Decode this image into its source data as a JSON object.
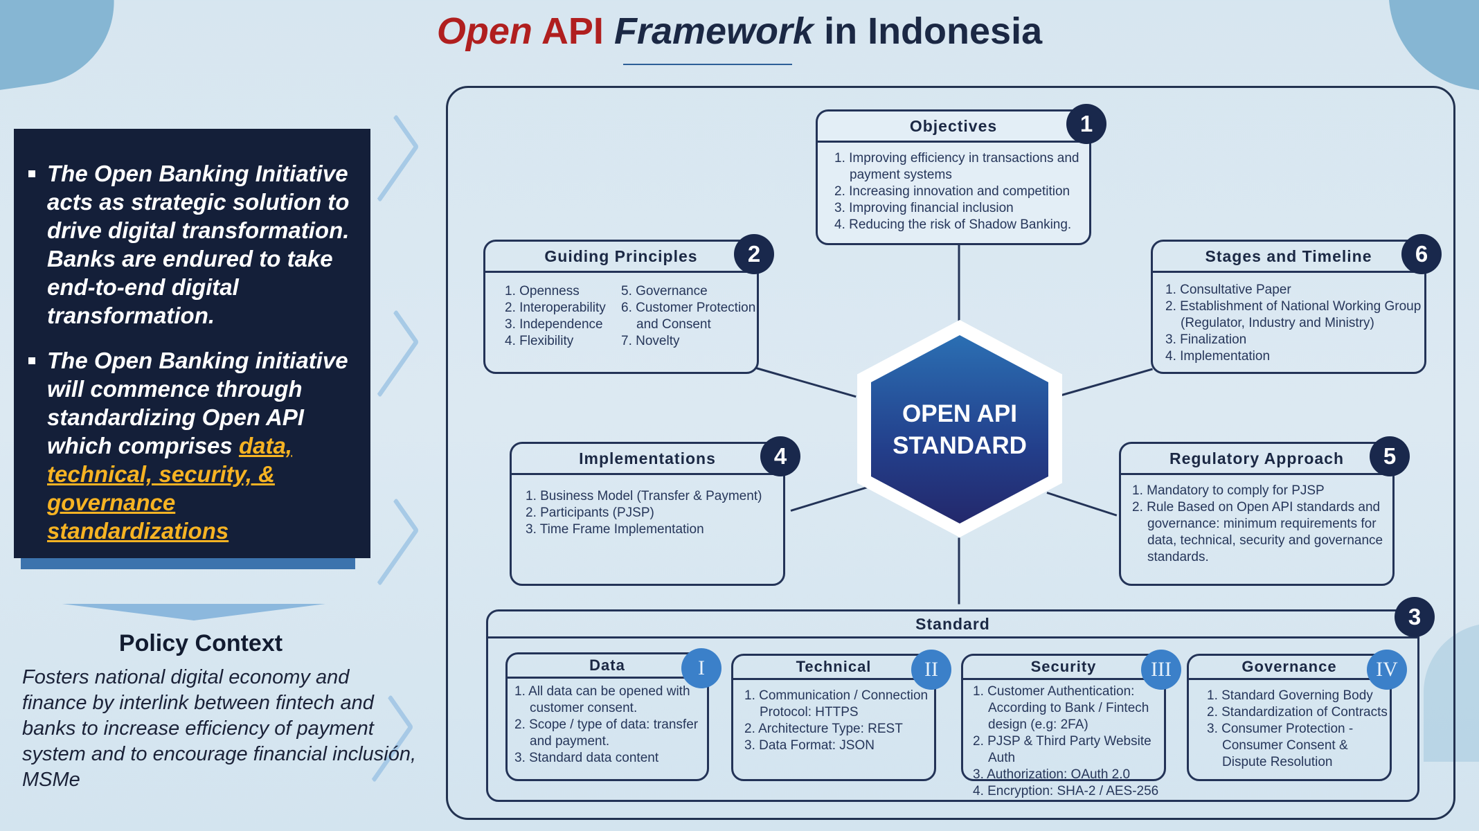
{
  "title": {
    "part1": "Open",
    "part2": "API",
    "part3": "Framework",
    "part4": "in Indonesia"
  },
  "left_panel": {
    "bullet1": "The Open Banking Initiative acts as strategic solution to drive digital transformation. Banks are endured to take end-to-end digital transformation.",
    "bullet2_prefix": "The Open Banking initiative will commence through standardizing Open API which comprises ",
    "bullet2_highlight": "data, technical, security, & governance standardizations"
  },
  "policy": {
    "title": "Policy Context",
    "text": "Fosters national digital economy and finance by  interlink between fintech and banks to increase efficiency of payment system and to encourage financial inclusión, MSMe"
  },
  "center": {
    "line1": "OPEN API",
    "line2": "STANDARD"
  },
  "objectives": {
    "title": "Objectives",
    "badge": "1",
    "items": [
      "1. Improving efficiency in transactions and payment systems",
      "2. Increasing innovation and competition",
      "3. Improving financial inclusion",
      "4. Reducing the risk of Shadow Banking."
    ]
  },
  "guiding": {
    "title": "Guiding Principles",
    "badge": "2",
    "col1": [
      "1. Openness",
      "2. Interoperability",
      "3. Independence",
      "4. Flexibility"
    ],
    "col2": [
      "5. Governance",
      "6. Customer Protection and Consent",
      "7. Novelty"
    ]
  },
  "stages": {
    "title": "Stages and Timeline",
    "badge": "6",
    "items": [
      "1. Consultative Paper",
      "2. Establishment of National Working Group (Regulator, Industry and Ministry)",
      "3. Finalization",
      "4. Implementation"
    ]
  },
  "implementations": {
    "title": "Implementations",
    "badge": "4",
    "items": [
      "1. Business Model (Transfer & Payment)",
      "2. Participants (PJSP)",
      "3. Time Frame Implementation"
    ]
  },
  "regulatory": {
    "title": "Regulatory Approach",
    "badge": "5",
    "items": [
      "1. Mandatory to comply for PJSP",
      "2. Rule Based on Open API standards and governance: minimum requirements for data, technical, security and governance standards."
    ]
  },
  "standard": {
    "title": "Standard",
    "badge": "3",
    "data": {
      "title": "Data",
      "badge": "I",
      "items": [
        "1. All data can be opened with customer consent.",
        "2. Scope / type of data: transfer and payment.",
        "3. Standard data content"
      ]
    },
    "technical": {
      "title": "Technical",
      "badge": "II",
      "items": [
        "1. Communication / Connection Protocol: HTTPS",
        "2. Architecture Type: REST",
        "3. Data Format: JSON"
      ]
    },
    "security": {
      "title": "Security",
      "badge": "III",
      "items": [
        "1. Customer Authentication: According to Bank / Fintech design (e.g: 2FA)",
        "2. PJSP & Third Party Website Auth",
        "3. Authorization: OAuth 2.0",
        "4. Encryption: SHA-2 / AES-256"
      ]
    },
    "governance": {
      "title": "Governance",
      "badge": "IV",
      "items": [
        "1. Standard Governing Body",
        "2. Standardization of Contracts",
        "3. Consumer Protection - Consumer Consent & Dispute Resolution"
      ]
    }
  }
}
